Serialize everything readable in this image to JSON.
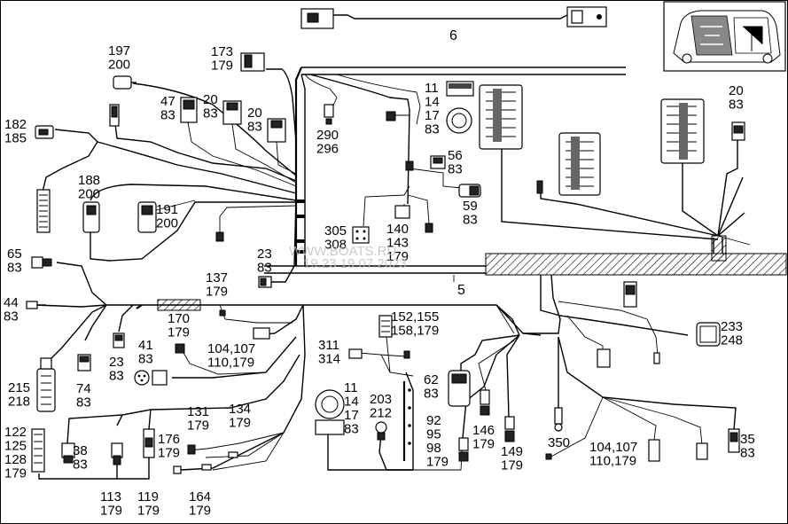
{
  "labels": {
    "l6": "6",
    "l5": "5",
    "l197": [
      "197",
      "200"
    ],
    "l173": [
      "173",
      "179"
    ],
    "l47": [
      "47",
      "83"
    ],
    "l20a": [
      "20",
      "83"
    ],
    "l20b": [
      "20",
      "83"
    ],
    "l182": [
      "182",
      "185"
    ],
    "l290": [
      "290",
      "296"
    ],
    "l11a": [
      "11",
      "14",
      "17",
      "83"
    ],
    "l56": [
      "56",
      "83"
    ],
    "l59": [
      "59",
      "83"
    ],
    "l188": [
      "188",
      "200"
    ],
    "l191": [
      "191",
      "200"
    ],
    "l305": [
      "305",
      "308"
    ],
    "l140": [
      "140",
      "143",
      "179"
    ],
    "l20c": [
      "20",
      "83"
    ],
    "l65": [
      "65",
      "83"
    ],
    "l23a": [
      "23",
      "83"
    ],
    "l137": [
      "137",
      "179"
    ],
    "l44": [
      "44",
      "83"
    ],
    "l170": [
      "170",
      "179"
    ],
    "l41": [
      "41",
      "83"
    ],
    "l104a": [
      "104,107",
      "110,179"
    ],
    "l23b": [
      "23",
      "83"
    ],
    "l74": [
      "74",
      "83"
    ],
    "l215": [
      "215",
      "218"
    ],
    "l152": [
      "152,155",
      "158,179"
    ],
    "l311": [
      "311",
      "314"
    ],
    "l62": [
      "62",
      "83"
    ],
    "l11b": [
      "11",
      "14",
      "17",
      "83"
    ],
    "l203": [
      "203",
      "212"
    ],
    "l92": [
      "92",
      "95",
      "98",
      "179"
    ],
    "l146": [
      "146",
      "179"
    ],
    "l149": [
      "149",
      "179"
    ],
    "l350": "350",
    "l104b": [
      "104,107",
      "110,179"
    ],
    "l35": [
      "35",
      "83"
    ],
    "l233": [
      "233",
      "248"
    ],
    "l131": [
      "131",
      "179"
    ],
    "l134": [
      "134",
      "179"
    ],
    "l176": [
      "176",
      "179"
    ],
    "l122": [
      "122",
      "125",
      "128",
      "179"
    ],
    "l38": [
      "38",
      "83"
    ],
    "l113": [
      "113",
      "179"
    ],
    "l119": [
      "119",
      "179"
    ],
    "l164": [
      "164",
      "179"
    ]
  },
  "watermark": [
    "WWW.BOATS.RU",
    "19.23 19.07.2023"
  ],
  "colors": {
    "line": "#000000",
    "background": "#ffffff",
    "watermark": "#bfbfbf"
  }
}
